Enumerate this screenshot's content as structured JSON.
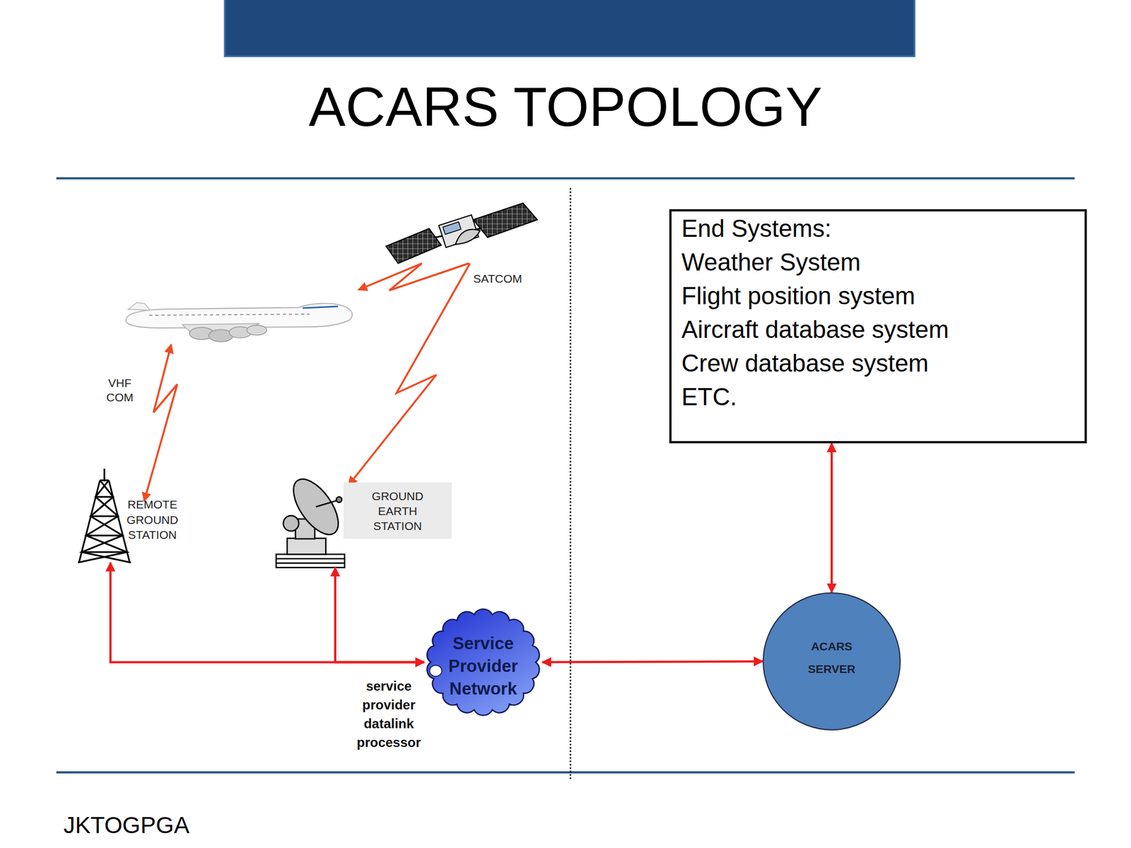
{
  "diagram": {
    "title": "ACARS TOPOLOGY",
    "nodes": [
      {
        "text": [
          "REMOTE GROUND STATION"
        ]
      },
      {
        "text": [
          "GROUND EARTH STATION"
        ]
      },
      {
        "text": [
          "Service Provider Network",
          "service provider datalink processor"
        ]
      },
      {
        "text": [
          "End Systems:",
          "Weather System",
          "Flight position system",
          "Aircraft database system",
          "Crew database system",
          "ETC."
        ]
      },
      {
        "text": [
          "ACARS SERVER"
        ]
      }
    ],
    "edges": [
      {
        "from": 0,
        "to": 2,
        "arrow": "both"
      },
      {
        "from": 1,
        "to": 2,
        "arrow": "both"
      },
      {
        "from": 2,
        "to": 4,
        "arrow": "both"
      },
      {
        "from": 4,
        "to": 3,
        "arrow": "both"
      }
    ],
    "labels": [
      "SATCOM",
      "VHF COM",
      "JKTOGPGA"
    ]
  }
}
